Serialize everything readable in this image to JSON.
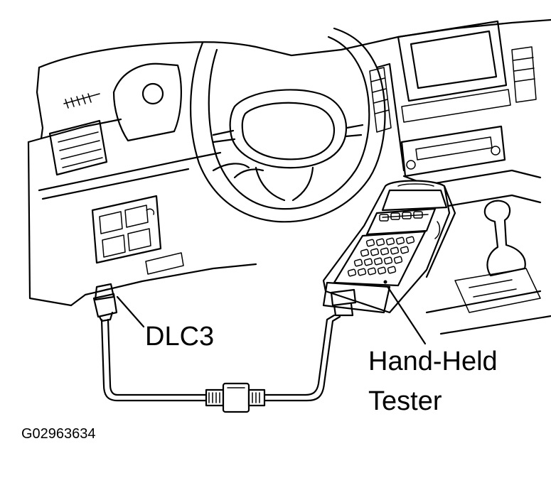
{
  "labels": {
    "connector": "DLC3",
    "tester_line1": "Hand-Held",
    "tester_line2": "Tester",
    "figure_code": "G02963634"
  }
}
